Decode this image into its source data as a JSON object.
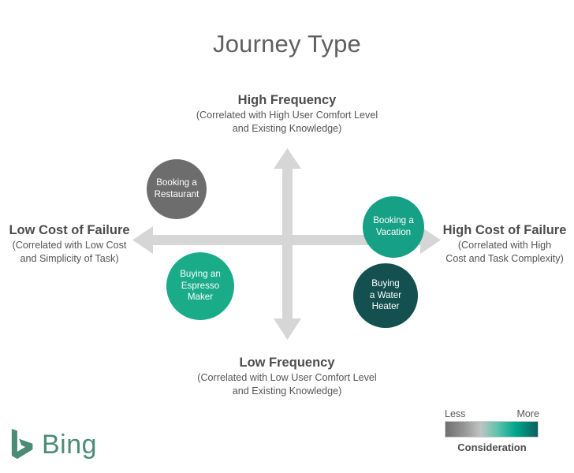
{
  "title": "Journey Type",
  "axes": {
    "top": {
      "heading": "High Frequency",
      "sub_line1": "(Correlated with High User Comfort Level",
      "sub_line2": "and Existing Knowledge)"
    },
    "bottom": {
      "heading": "Low Frequency",
      "sub_line1": "(Correlated with Low User Comfort Level",
      "sub_line2": "and Existing Knowledge)"
    },
    "left": {
      "heading": "Low Cost of Failure",
      "sub_line1": "(Correlated with Low Cost",
      "sub_line2": "and Simplicity of Task)"
    },
    "right": {
      "heading": "High Cost of Failure",
      "sub_line1": "(Correlated with High",
      "sub_line2": "Cost and Task Complexity)"
    },
    "arrow_color": "#d6d6d6"
  },
  "bubbles": [
    {
      "id": "booking-a-restaurant",
      "line1": "Booking a",
      "line2": "Restaurant",
      "line3": "",
      "color": "#6d6d6d",
      "quadrant": "high-frequency-low-cost"
    },
    {
      "id": "booking-a-vacation",
      "line1": "Booking a",
      "line2": "Vacation",
      "line3": "",
      "color": "#16a085",
      "quadrant": "high-frequency-high-cost"
    },
    {
      "id": "buying-an-espresso-maker",
      "line1": "Buying an",
      "line2": "Espresso",
      "line3": "Maker",
      "color": "#1aab89",
      "quadrant": "low-frequency-low-cost"
    },
    {
      "id": "buying-a-water-heater",
      "line1": "Buying",
      "line2": "a Water",
      "line3": "Heater",
      "color": "#14504f",
      "quadrant": "low-frequency-high-cost"
    }
  ],
  "legend": {
    "min_label": "Less",
    "max_label": "More",
    "caption": "Consideration",
    "gradient_from": "#6f6f6f",
    "gradient_to": "#0c5f5e"
  },
  "brand": {
    "name": "Bing",
    "color": "#4c8c77",
    "mark": "bing-logo-icon"
  },
  "chart_data": {
    "type": "scatter",
    "title": "Journey Type",
    "xlabel": "Cost of Failure",
    "ylabel": "Frequency",
    "xlim": [
      "Low Cost of Failure",
      "High Cost of Failure"
    ],
    "ylim": [
      "Low Frequency",
      "High Frequency"
    ],
    "grid": false,
    "legend_position": "bottom-right",
    "points": [
      {
        "label": "Booking a Restaurant",
        "x": -0.62,
        "y": 0.52,
        "size": 38,
        "color": "#6d6d6d",
        "consideration": "less"
      },
      {
        "label": "Booking a Vacation",
        "x": 0.69,
        "y": 0.09,
        "size": 39,
        "color": "#16a085",
        "consideration": "more"
      },
      {
        "label": "Buying an Espresso Maker",
        "x": -0.47,
        "y": -0.24,
        "size": 43,
        "color": "#1aab89",
        "consideration": "more"
      },
      {
        "label": "Buying a Water Heater",
        "x": 0.64,
        "y": -0.3,
        "size": 41,
        "color": "#14504f",
        "consideration": "most"
      }
    ]
  }
}
